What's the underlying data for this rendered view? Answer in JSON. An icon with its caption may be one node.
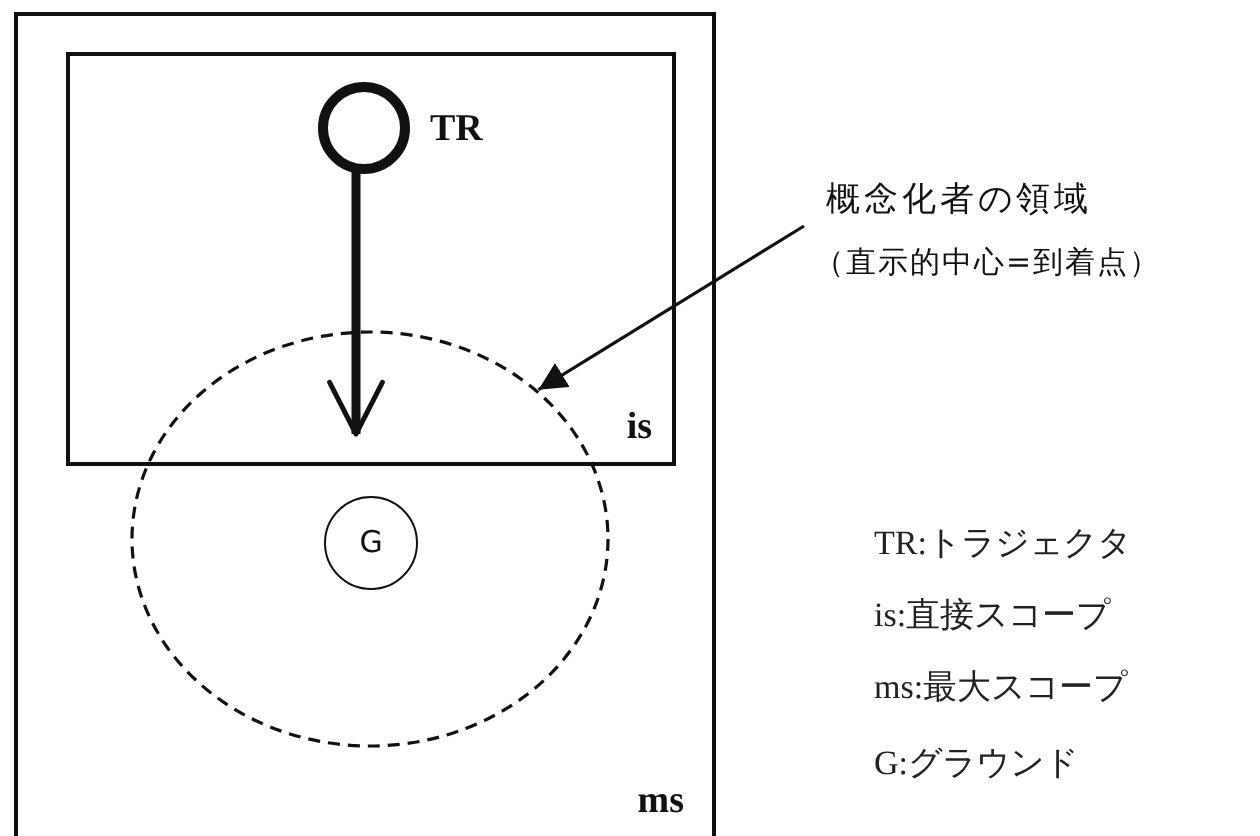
{
  "diagram": {
    "nodes": [
      {
        "text": [
          "ms"
        ]
      },
      {
        "text": [
          "is"
        ],
        "in": 0
      },
      {
        "text": [],
        "shape": "circle",
        "beside": [
          "TR"
        ],
        "in": 1
      },
      {
        "text": [],
        "shape": "circle",
        "in": 0
      },
      {
        "text": [
          "G"
        ],
        "in": 3
      },
      {
        "text": [
          "概念化者の領域",
          "（直示的中心=到着点）"
        ]
      }
    ],
    "edges": [
      {
        "from": 2,
        "to": null,
        "arrow": "to",
        "style": "thick"
      },
      {
        "from": 5,
        "to": 3,
        "arrow": "to"
      }
    ],
    "labels": [
      "TR:トラジェクタ",
      "is:直接スコープ",
      "ms:最大スコープ",
      "G:グラウンド"
    ]
  }
}
